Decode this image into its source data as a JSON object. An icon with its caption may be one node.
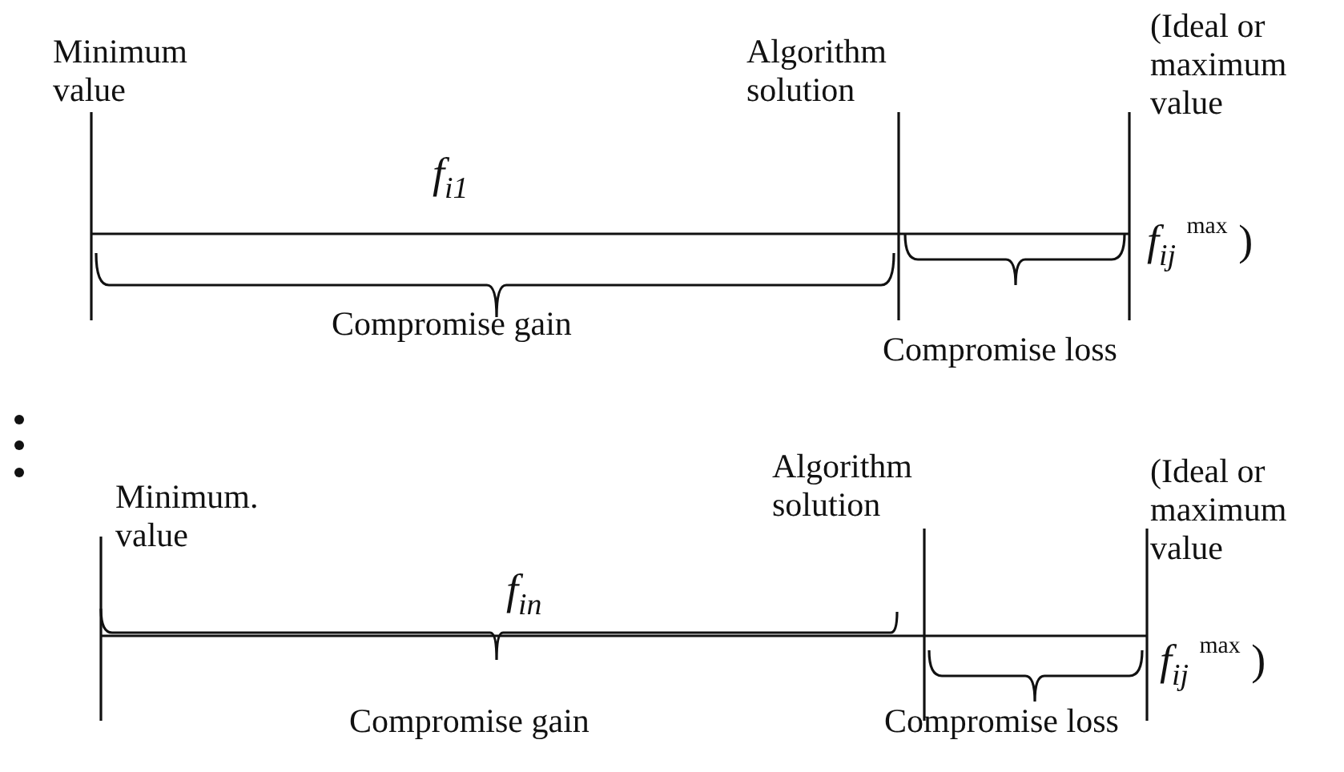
{
  "diagram": {
    "labels": [
      "Minimum value",
      "Algorithm solution",
      "(Ideal or maximum value",
      "*f*$_{i1}$",
      "*f*$_{ij}$ $^{max}$ )",
      "Compromise gain",
      "Compromise loss",
      "Algorithm solution",
      "(Ideal or maximum value",
      "Minimum. value",
      "*f*$_{in}$",
      "*f*$_{ij}$ $^{max}$ )",
      "Compromise gain",
      "Compromise loss"
    ]
  }
}
